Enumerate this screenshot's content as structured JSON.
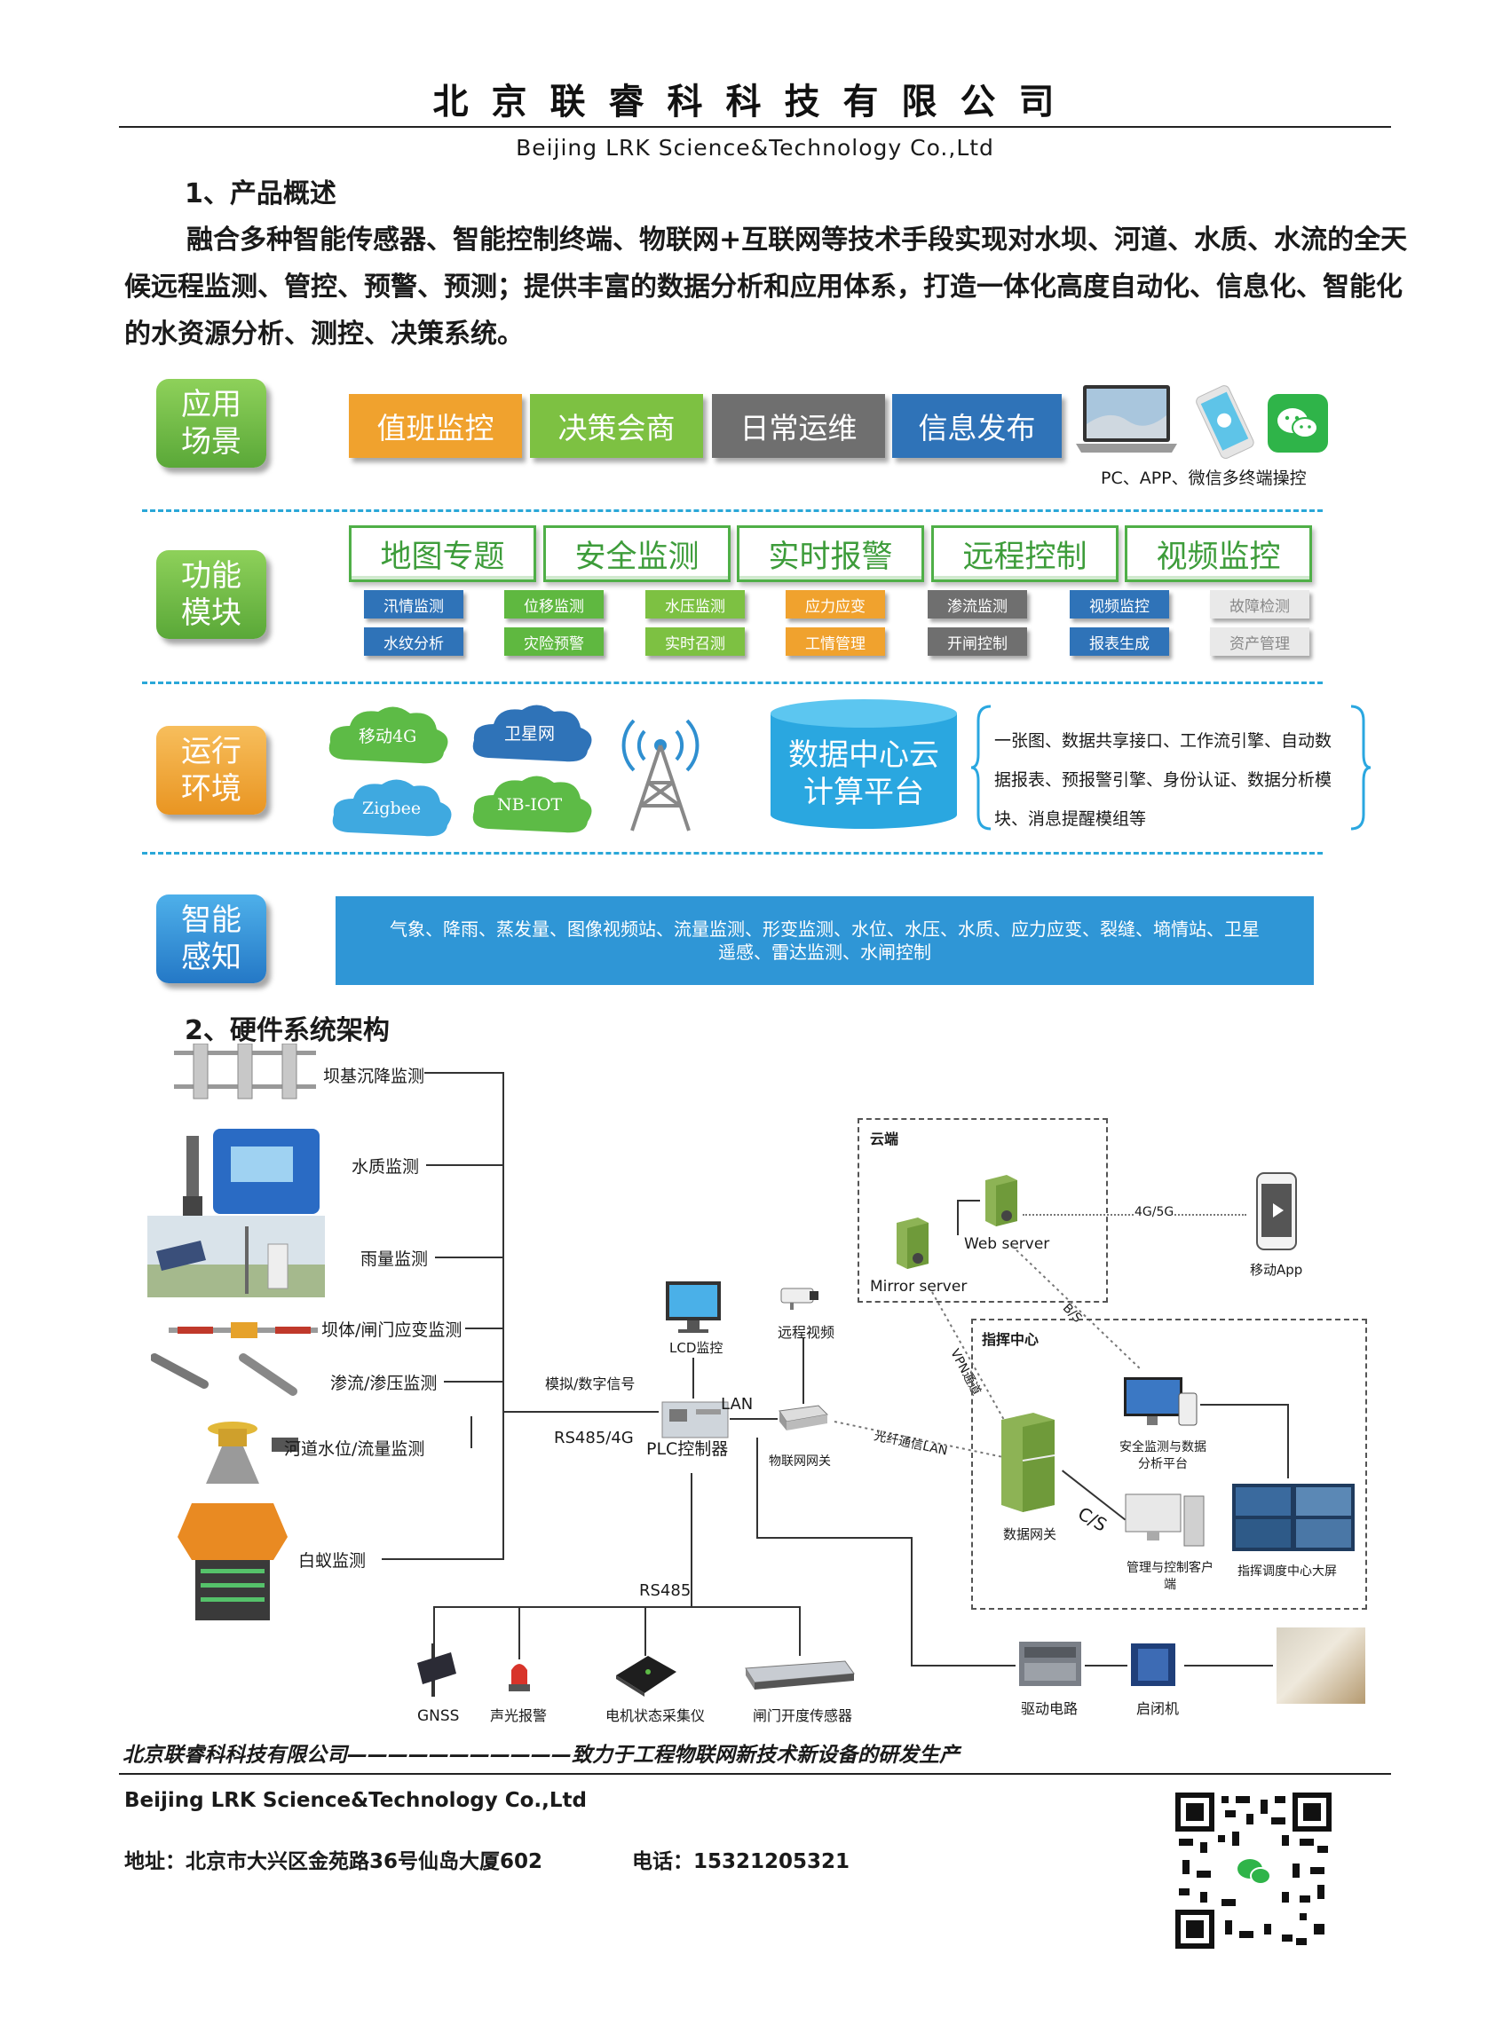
{
  "header": {
    "company_cn": "北京联睿科科技有限公司",
    "company_en": "Beijing  LRK   Science&Technology  Co.,Ltd"
  },
  "section1": {
    "title": "1、产品概述",
    "paragraph": "融合多种智能传感器、智能控制终端、物联网+互联网等技术手段实现对水坝、河道、水质、水流的全天候远程监测、管控、预警、预测；提供丰富的数据分析和应用体系，打造一体化高度自动化、信息化、智能化的水资源分析、测控、决策系统。"
  },
  "layers": {
    "app": {
      "label": "应用场景",
      "buttons": [
        "值班监控",
        "决策会商",
        "日常运维",
        "信息发布"
      ],
      "terminals_caption": "PC、APP、微信多终端操控"
    },
    "func": {
      "label": "功能模块",
      "modules": [
        "地图专题",
        "安全监测",
        "实时报警",
        "远程控制",
        "视频监控"
      ],
      "sub_row1": [
        "汛情监测",
        "位移监测",
        "水压监测",
        "应力应变",
        "渗流监测",
        "视频监控",
        "故障检测"
      ],
      "sub_row2": [
        "水纹分析",
        "灾险预警",
        "实时召测",
        "工情管理",
        "开闸控制",
        "报表生成",
        "资产管理"
      ]
    },
    "env": {
      "label": "运行环境",
      "clouds": [
        "移动4G",
        "卫星网",
        "Zigbee",
        "NB-IOT"
      ],
      "datacenter": "数据中心云计算平台",
      "features": [
        "一张图、数据共享接口、工作流引擎、自动数",
        "据报表、预报警引擎、身份认证、数据分析模",
        "块、消息提醒模组等"
      ]
    },
    "sense": {
      "label": "智能感知",
      "text_line1": "气象、降雨、蒸发量、图像视频站、流量监测、形变监测、水位、水压、水质、应力应变、裂缝、墒情站、卫星",
      "text_line2": "遥感、雷达监测、水闸控制"
    }
  },
  "section2": {
    "title": "2、硬件系统架构",
    "sensors": [
      "坝基沉降监测",
      "水质监测",
      "雨量监测",
      "坝体/闸门应变监测",
      "渗流/渗压监测",
      "河道水位/流量监测",
      "白蚁监测"
    ],
    "labels": {
      "analog": "模拟/数字信号",
      "rs485_4g": "RS485/4G",
      "plc": "PLC控制器",
      "lcd": "LCD监控",
      "lan": "LAN",
      "video": "远程视频",
      "gateway": "物联网网关",
      "rs485": "RS485",
      "gnss": "GNSS",
      "alarm": "声光报警",
      "motor": "电机状态采集仪",
      "gate_sensor": "闸门开度传感器",
      "drive": "驱动电路",
      "hoist": "启闭机",
      "cloud": "云端",
      "web_server": "Web server",
      "mirror_server": "Mirror server",
      "g45": "4G/5G",
      "mobile_app": "移动App",
      "bs": "B/S",
      "vpn": "VPN通道",
      "fiber": "光纤通信LAN",
      "command": "指挥中心",
      "platform": "安全监测与数据分析平台",
      "data_gw": "数据网关",
      "cs": "C/S",
      "client": "管理与控制客户端",
      "screen": "指挥调度中心大屏"
    }
  },
  "footer": {
    "slogan": "北京联睿科科技有限公司———————————致力于工程物联网新技术新设备的研发生产",
    "company_en": "Beijing   LRK  Science&Technology  Co.,Ltd",
    "address": "地址：北京市大兴区金苑路36号仙岛大厦602",
    "phone": "电话：15321205321"
  },
  "colors": {
    "app_orange": "#f0a22e",
    "app_green": "#7dc142",
    "app_gray": "#6f6f6f",
    "app_blue": "#2f73b8",
    "env_orange": "#f2a33a",
    "sense_blue": "#2f96d6",
    "dash_blue": "#2aa7d8"
  }
}
